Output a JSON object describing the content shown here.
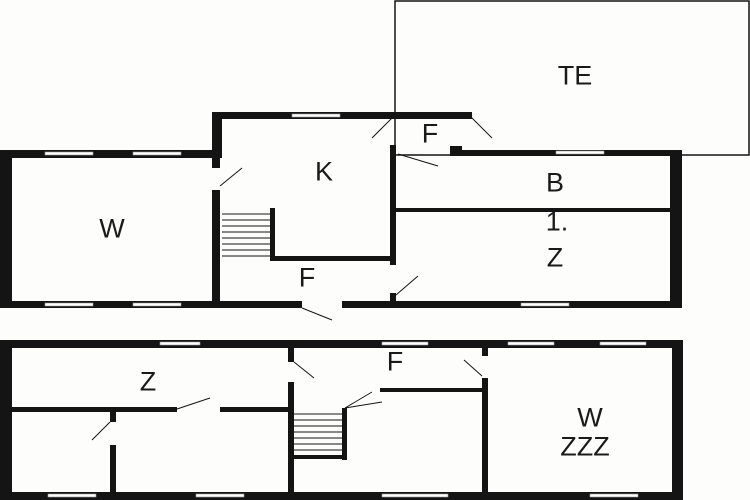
{
  "title": "Floor plan",
  "upper_floor": {
    "rooms": [
      {
        "id": "terrace",
        "label": "TE"
      },
      {
        "id": "hall-top",
        "label": "F"
      },
      {
        "id": "kitchen",
        "label": "K"
      },
      {
        "id": "living",
        "label": "W"
      },
      {
        "id": "bath",
        "label": "B"
      },
      {
        "id": "room-number",
        "label": "1."
      },
      {
        "id": "bedroom",
        "label": "Z"
      },
      {
        "id": "hall",
        "label": "F"
      }
    ]
  },
  "lower_floor": {
    "rooms": [
      {
        "id": "bedroom",
        "label": "Z"
      },
      {
        "id": "hall",
        "label": "F"
      },
      {
        "id": "living",
        "label": "W"
      },
      {
        "id": "living-sub",
        "label": "ZZZ"
      }
    ]
  },
  "colors": {
    "wall": "#141414",
    "background": "#fdfdfb",
    "window": "#ffffff"
  }
}
